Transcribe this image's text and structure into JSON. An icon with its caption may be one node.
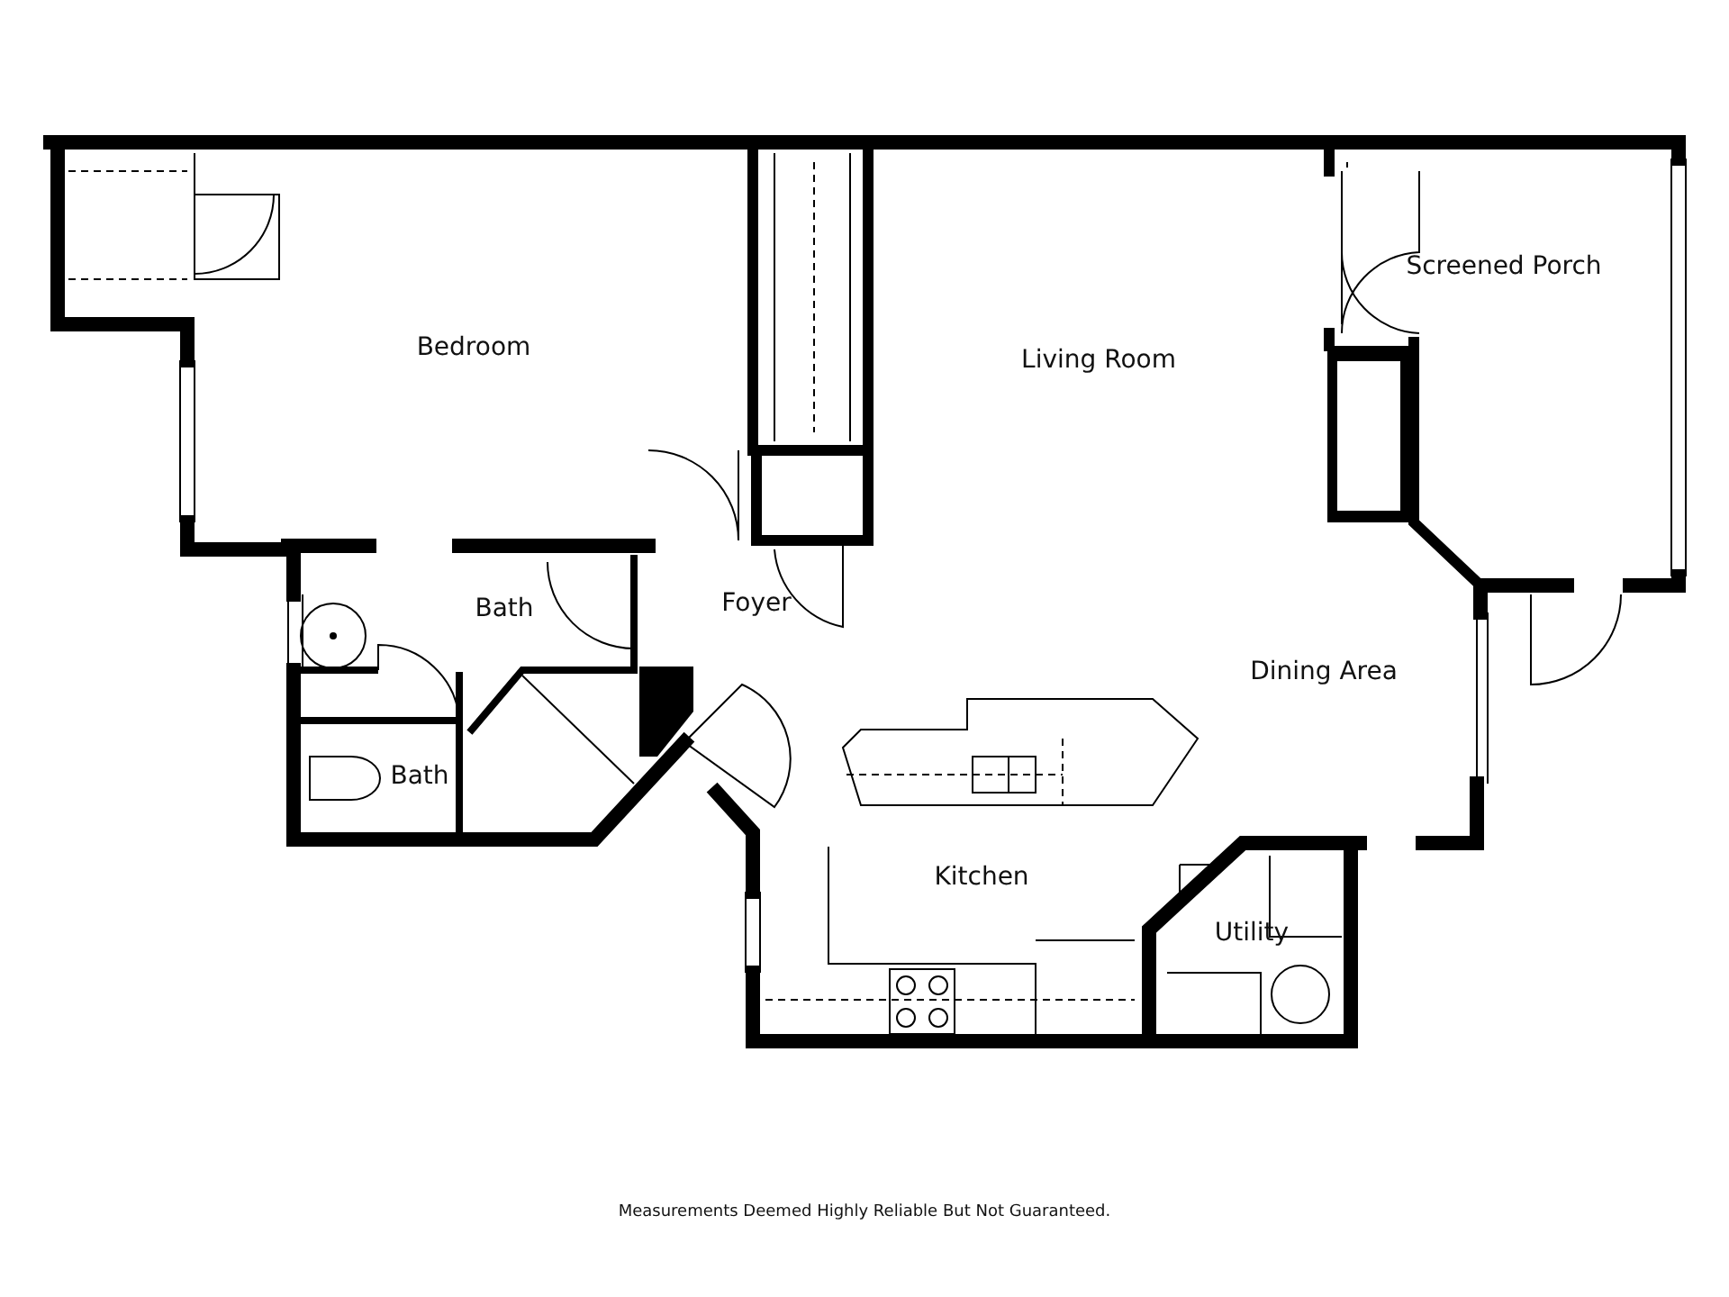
{
  "diagram": {
    "caption": "Measurements Deemed Highly Reliable But Not Guaranteed.",
    "nodes": [
      {
        "text": [
          "Bedroom"
        ]
      },
      {
        "text": [
          "Living Room"
        ]
      },
      {
        "text": [
          "Screened Porch"
        ]
      },
      {
        "text": [
          "Bath"
        ]
      },
      {
        "text": [
          "Foyer"
        ]
      },
      {
        "text": [
          "Dining Area"
        ]
      },
      {
        "text": [
          "Bath"
        ]
      },
      {
        "text": [
          "Kitchen"
        ]
      },
      {
        "text": [
          "Utility"
        ]
      }
    ]
  }
}
